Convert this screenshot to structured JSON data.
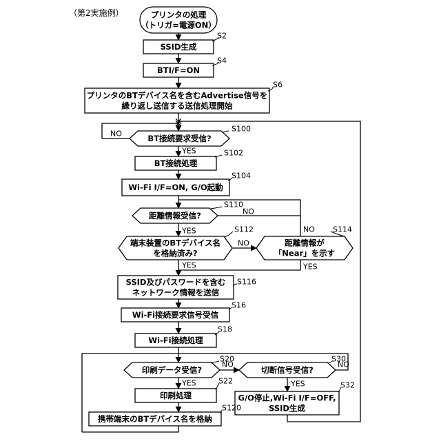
{
  "figure_label": "（第2実施例）",
  "nodes": {
    "start": [
      "プリンタの処理",
      "（トリガ=電源ON）"
    ],
    "s2": [
      "SSID生成"
    ],
    "s4": [
      "BTI/F=ON"
    ],
    "s6": [
      "プリンタのBTデバイス名を含むAdvertise信号を",
      "繰り返し送信する送信処理開始"
    ],
    "s100": [
      "BT接続要求受信?"
    ],
    "s102": [
      "BT接続処理"
    ],
    "s104": [
      "Wi-Fi I/F=ON, G/O起動"
    ],
    "s110": [
      "距離情報受信?"
    ],
    "s112": [
      "端末装置のBTデバイス名",
      "を格納済み?"
    ],
    "s114": [
      "距離情報が",
      "「Near」を示す"
    ],
    "s116": [
      "SSID及びパスワードを含む",
      "ネットワーク情報を送信"
    ],
    "s16": [
      "Wi-Fi接続要求信号受信"
    ],
    "s18": [
      "Wi-Fi接続処理"
    ],
    "s20": [
      "印刷データ受信?"
    ],
    "s30": [
      "切断信号受信?"
    ],
    "s22": [
      "印刷処理"
    ],
    "s32": [
      "G/O停止,Wi-Fi I/F=OFF,",
      "SSID生成"
    ],
    "s120": [
      "携帯端末のBTデバイス名を格納"
    ]
  },
  "step_labels": {
    "s2": "S2",
    "s4": "S4",
    "s6": "S6",
    "s100": "S100",
    "s102": "S102",
    "s104": "S104",
    "s110": "S110",
    "s112": "S112",
    "s114": "S114",
    "s116": "S116",
    "s16": "S16",
    "s18": "S18",
    "s20": "S20",
    "s30": "S30",
    "s22": "S22",
    "s32": "S32",
    "s120": "S120"
  },
  "edge_labels": {
    "s100_no": "NO",
    "s100_yes": "YES",
    "s110_no": "NO",
    "s110_yes": "YES",
    "s112_no": "NO",
    "s112_yes": "YES",
    "s114_no": "NO",
    "s114_yes": "YES",
    "s20_no": "NO",
    "s20_yes": "YES",
    "s30_no": "NO",
    "s30_yes": "YES"
  }
}
